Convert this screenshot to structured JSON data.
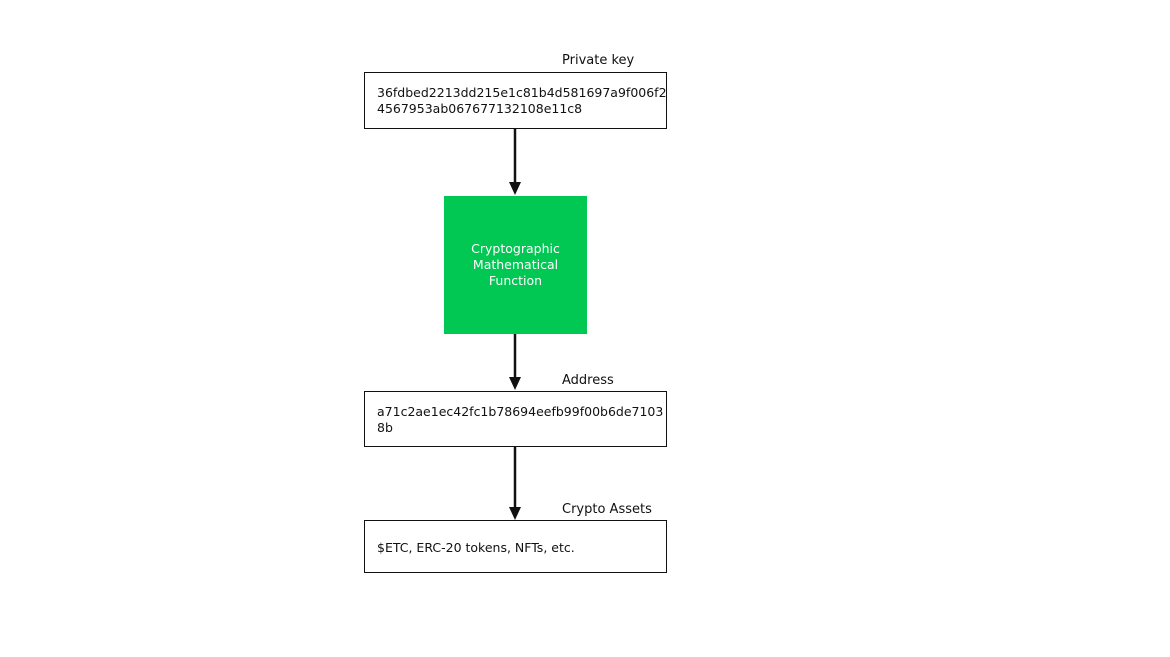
{
  "private_key": {
    "label": "Private key",
    "lines": [
      "36fdbed2213dd215e1c81b4d581697a9f006f2",
      "4567953ab067677132108e11c8"
    ]
  },
  "function": {
    "lines": [
      "Cryptographic",
      "Mathematical",
      "Function"
    ],
    "color": "#00c853"
  },
  "address": {
    "label": "Address",
    "lines": [
      "a71c2ae1ec42fc1b78694eefb99f00b6de7103",
      "8b"
    ]
  },
  "assets": {
    "label": "Crypto Assets",
    "lines": [
      "$ETC, ERC-20 tokens, NFTs, etc."
    ]
  }
}
